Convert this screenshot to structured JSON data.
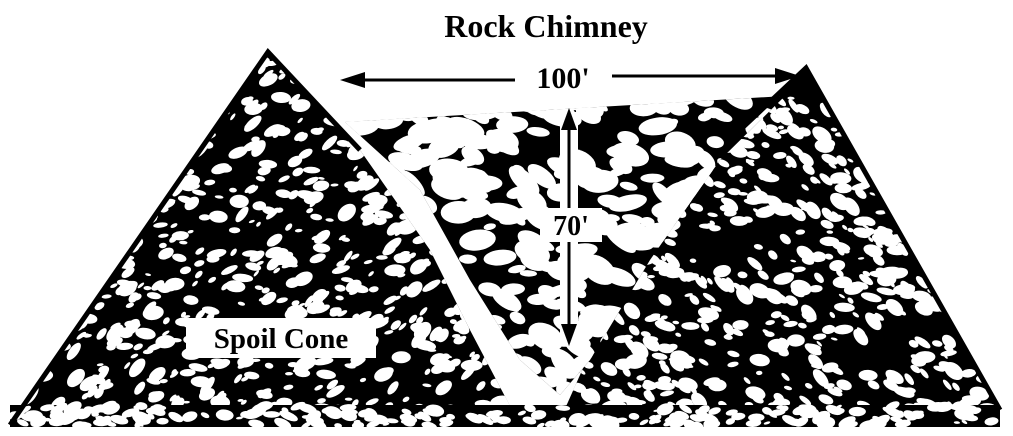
{
  "title": "Rock Chimney",
  "width_label": "100'",
  "height_label": "70'",
  "cone_label": "Spoil Cone",
  "colors": {
    "ink": "#000000",
    "paper": "#ffffff"
  }
}
